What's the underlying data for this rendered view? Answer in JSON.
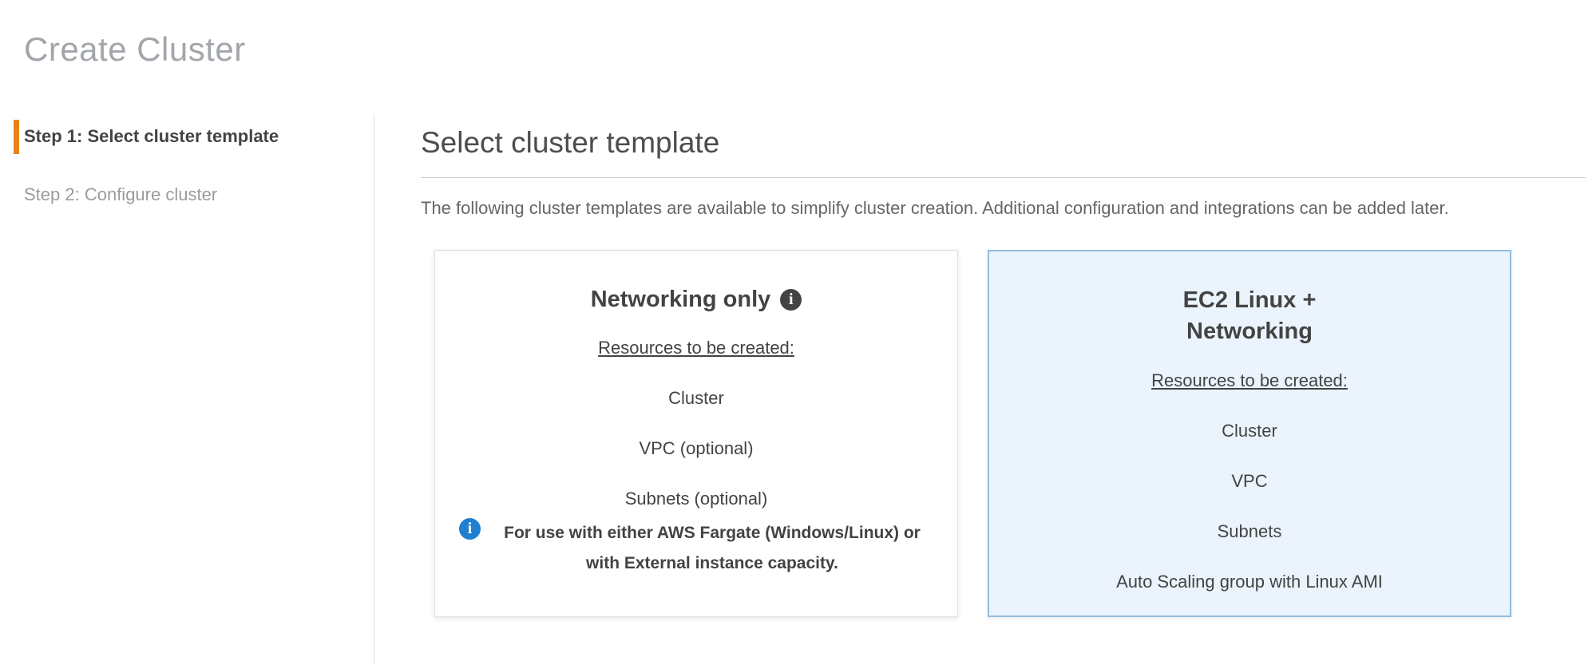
{
  "page": {
    "title": "Create Cluster"
  },
  "sidebar": {
    "steps": [
      {
        "label": "Step 1: Select cluster template",
        "active": true
      },
      {
        "label": "Step 2: Configure cluster",
        "active": false
      }
    ]
  },
  "main": {
    "heading": "Select cluster template",
    "description": "The following cluster templates are available to simplify cluster creation. Additional configuration and integrations can be added later.",
    "cards": [
      {
        "title": "Networking only",
        "resources_label": "Resources to be created:",
        "resources": [
          "Cluster",
          "VPC (optional)",
          "Subnets (optional)"
        ],
        "note": "For use with either AWS Fargate (Windows/Linux) or with External instance capacity.",
        "selected": false
      },
      {
        "title": "EC2 Linux + Networking",
        "resources_label": "Resources to be created:",
        "resources": [
          "Cluster",
          "VPC",
          "Subnets",
          "Auto Scaling group with Linux AMI"
        ],
        "selected": true
      }
    ]
  },
  "icons": {
    "info_glyph": "i"
  },
  "colors": {
    "accent_orange": "#e8821d",
    "selected_border": "#95bcdf",
    "selected_bg": "#ebf4fc",
    "info_blue": "#1f7fd1",
    "title_gray": "#a2a6ab"
  }
}
